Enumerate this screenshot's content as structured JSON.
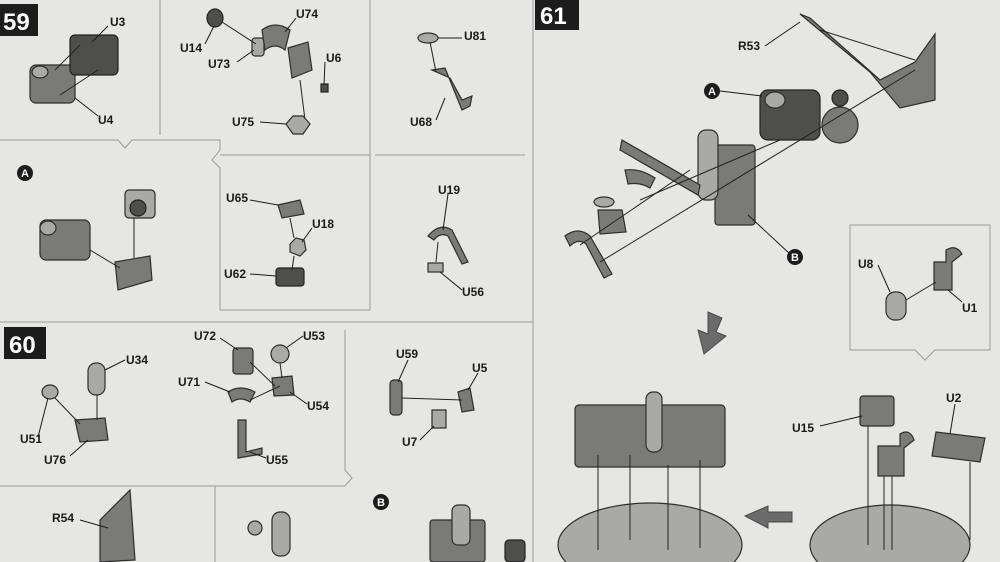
{
  "steps": [
    {
      "number": "59"
    },
    {
      "number": "60"
    },
    {
      "number": "61"
    }
  ],
  "callouts": {
    "a": "A",
    "b": "B"
  },
  "labels": {
    "u3": "U3",
    "u4": "U4",
    "u14": "U14",
    "u73": "U73",
    "u74": "U74",
    "u6": "U6",
    "u75": "U75",
    "u81": "U81",
    "u68": "U68",
    "u65": "U65",
    "u18": "U18",
    "u62": "U62",
    "u19": "U19",
    "u56": "U56",
    "u34": "U34",
    "u51": "U51",
    "u76": "U76",
    "u72": "U72",
    "u53": "U53",
    "u71": "U71",
    "u54": "U54",
    "u55": "U55",
    "u59": "U59",
    "u5": "U5",
    "u7": "U7",
    "r54": "R54",
    "r53": "R53",
    "u8": "U8",
    "u1": "U1",
    "u15": "U15",
    "u2": "U2"
  }
}
